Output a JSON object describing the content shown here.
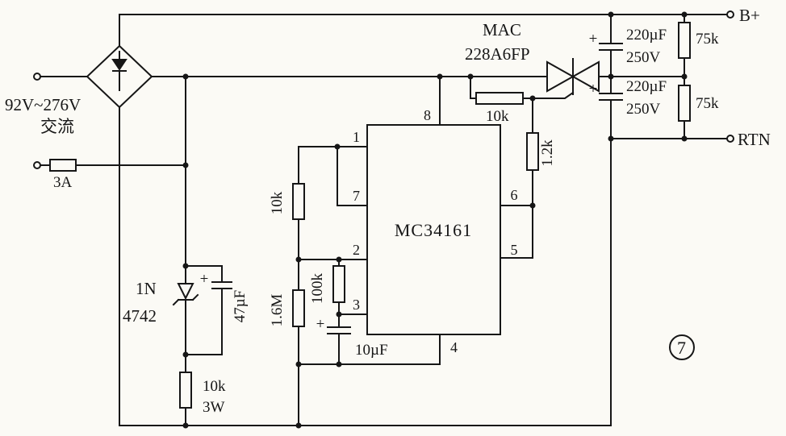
{
  "colors": {
    "ink": "#161616",
    "background": "#fbfaf5"
  },
  "input": {
    "voltage": "92V~276V",
    "ac": "交流",
    "fuse": "3A"
  },
  "regulator": {
    "zener_line1": "1N",
    "zener_line2": "4742",
    "cap": "47µF",
    "res_line1": "10k",
    "res_line2": "3W"
  },
  "ic": {
    "name": "MC34161",
    "pin1": "1",
    "pin2": "2",
    "pin3": "3",
    "pin4": "4",
    "pin5": "5",
    "pin6": "6",
    "pin7": "7",
    "pin8": "8"
  },
  "ic_network": {
    "res_10k": "10k",
    "res_100k": "100k",
    "res_1_6m": "1.6M",
    "cap_10uf": "10µF"
  },
  "triac": {
    "part_line1": "MAC",
    "part_line2": "228A6FP",
    "gate_res": "10k",
    "res_1_2k": "1.2k"
  },
  "output": {
    "cap_top_value": "220µF",
    "cap_top_voltage": "250V",
    "cap_bottom_value": "220µF",
    "cap_bottom_voltage": "250V",
    "res_top": "75k",
    "res_bottom": "75k",
    "terminal_positive": "B+",
    "terminal_return": "RTN"
  },
  "figure": {
    "number": "7"
  },
  "symbols": {
    "plus": "+"
  }
}
